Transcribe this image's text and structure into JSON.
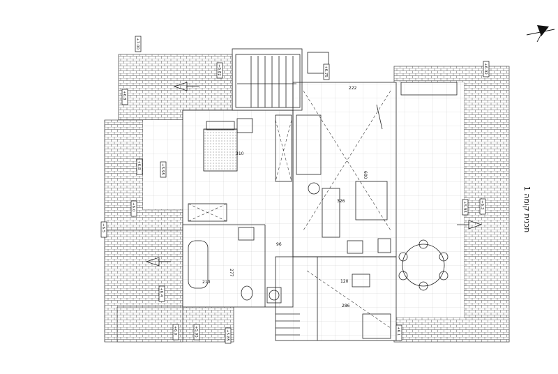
{
  "plan_title": "תכנית קומה 1",
  "north_marker": "north-arrow",
  "elevation_tags": [
    "+7.00",
    "+6.92",
    "+6.8",
    "+6.82",
    "+6.75",
    "+6.8",
    "+6.5",
    "+5.95",
    "+6.0",
    "+5.95",
    "+6.3",
    "+6.4",
    "+6.0",
    "+5.95",
    "+5.85",
    "+6.1"
  ],
  "room_labels": {
    "living_width": "600",
    "living_dim": "326",
    "corridor_dim": "96",
    "bath_dim": "277",
    "bath_small": "210",
    "top_dim": "222",
    "bedroom_dim": "310",
    "bottom_room_dim": "286",
    "misc_dim": "120"
  }
}
